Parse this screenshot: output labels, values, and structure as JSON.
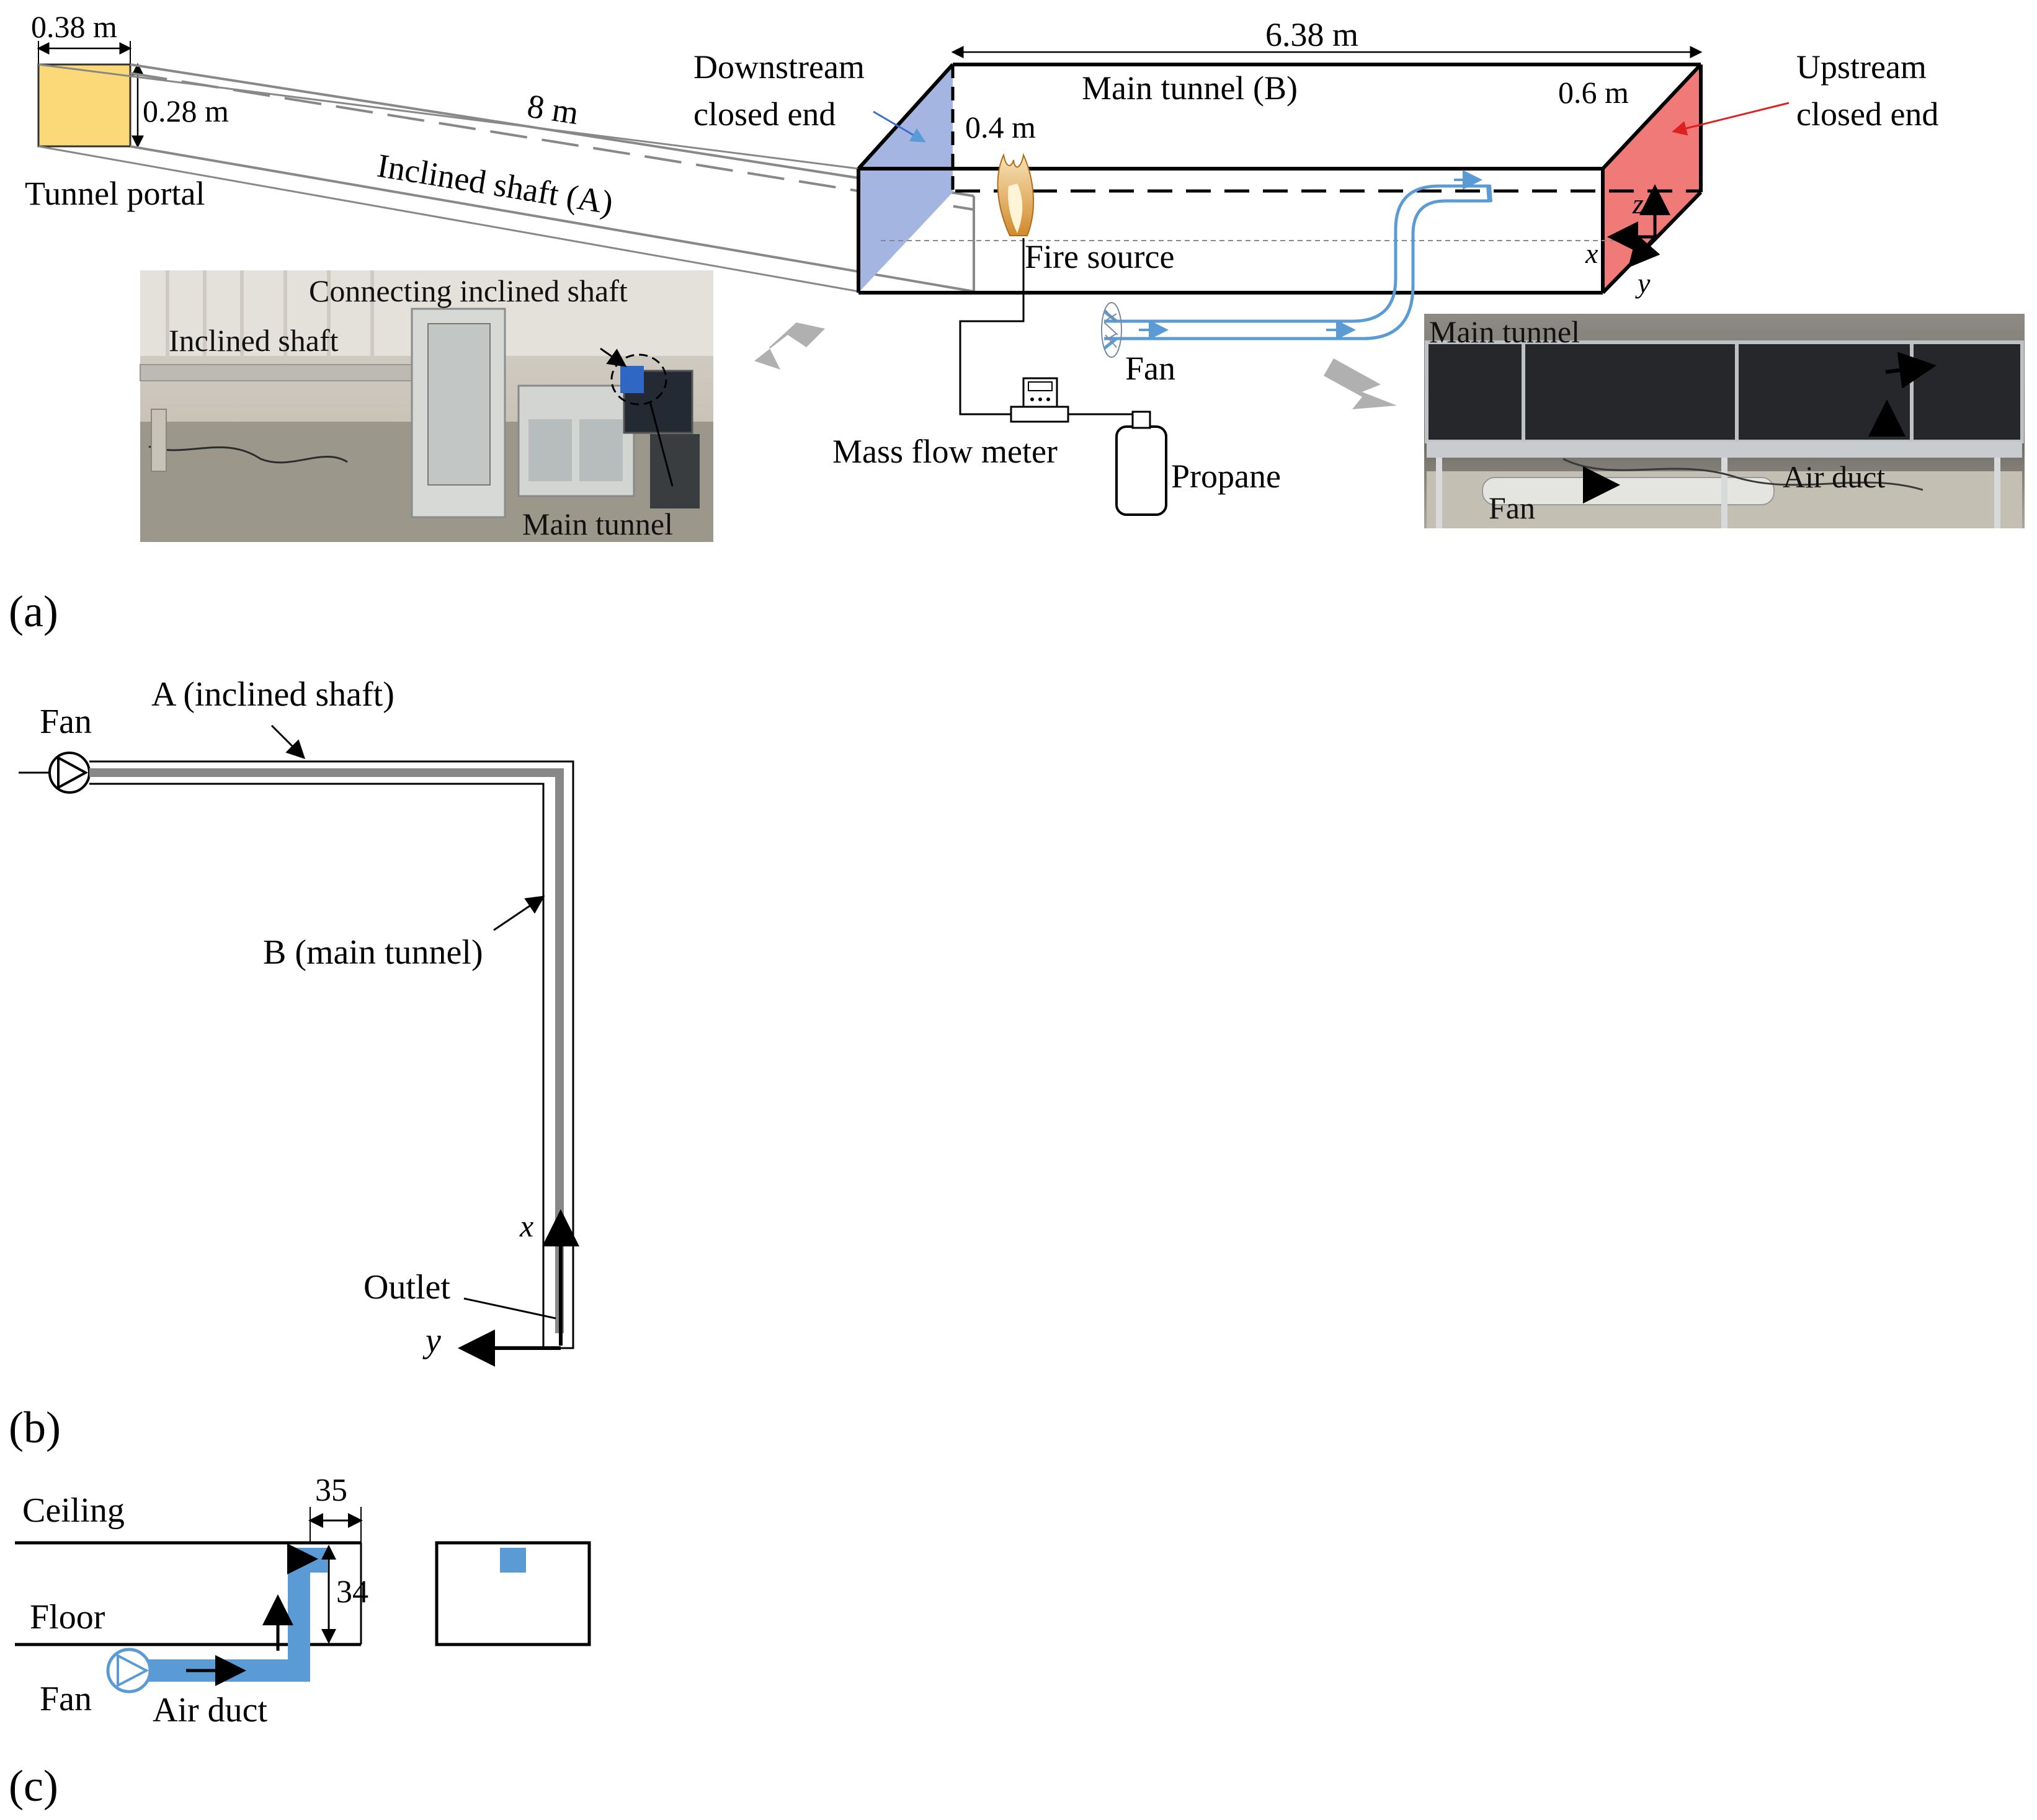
{
  "panel_a": {
    "tag": "(a)",
    "dim_portal_width": "0.38 m",
    "dim_portal_height": "0.28 m",
    "dim_shaft_length": "8 m",
    "tunnel_portal": "Tunnel portal",
    "inclined_shaft": "Inclined shaft (A)",
    "downstream_line1": "Downstream",
    "downstream_line2": "closed end",
    "dim_main_length": "6.38 m",
    "main_tunnel": "Main tunnel (B)",
    "dim_main_height": "0.4 m",
    "dim_main_width": "0.6 m",
    "upstream_line1": "Upstream",
    "upstream_line2": "closed end",
    "fire_source": "Fire source",
    "fan": "Fan",
    "mass_flow_meter": "Mass flow meter",
    "propane": "Propane",
    "axis_x": "x",
    "axis_y": "y",
    "axis_z": "z",
    "photo_left": {
      "connecting": "Connecting inclined shaft",
      "inclined": "Inclined shaft",
      "main": "Main tunnel"
    },
    "photo_right": {
      "main": "Main tunnel",
      "fan": "Fan",
      "air_duct": "Air duct"
    },
    "colors": {
      "downstream_face": "#a3b5e0",
      "upstream_face": "#f07a78",
      "portal": "#fbd978",
      "duct": "#5b9bd5"
    }
  },
  "panel_b": {
    "tag": "(b)",
    "fan": "Fan",
    "shaft_label": "A (inclined shaft)",
    "main_label": "B (main tunnel)",
    "outlet": "Outlet",
    "axis_x": "x",
    "axis_y": "y"
  },
  "panel_c": {
    "tag": "(c)",
    "ceiling": "Ceiling",
    "floor": "Floor",
    "fan": "Fan",
    "air_duct": "Air duct",
    "dim_width": "35",
    "dim_height": "34",
    "colors": {
      "duct": "#5b9bd5"
    }
  }
}
